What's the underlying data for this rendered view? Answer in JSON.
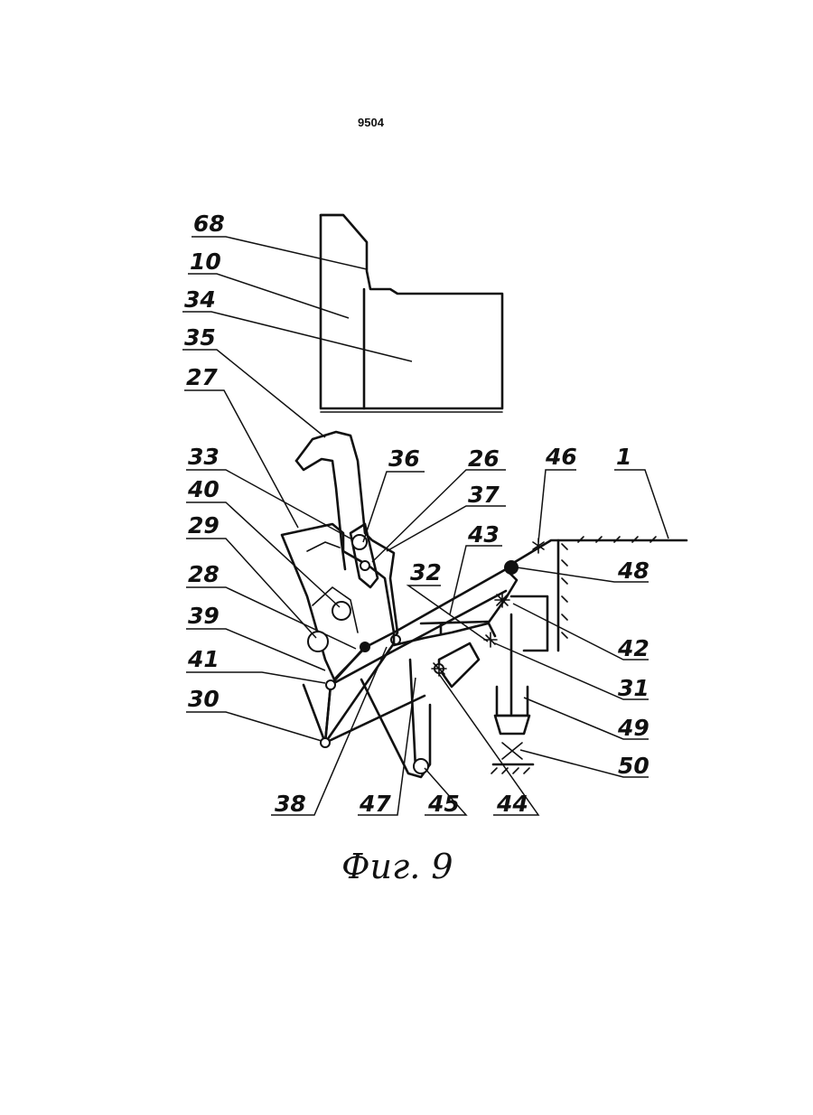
{
  "page_number": "9504",
  "figure_caption": "Фиг. 9",
  "labels": {
    "l68": "68",
    "l10": "10",
    "l34": "34",
    "l35": "35",
    "l27": "27",
    "l33": "33",
    "l40": "40",
    "l29": "29",
    "l28": "28",
    "l39": "39",
    "l41": "41",
    "l30": "30",
    "l36": "36",
    "l26": "26",
    "l37": "37",
    "l46": "46",
    "l1": "1",
    "l43": "43",
    "l32": "32",
    "l48": "48",
    "l42": "42",
    "l31": "31",
    "l49": "49",
    "l50": "50",
    "l38": "38",
    "l47": "47",
    "l45": "45",
    "l44": "44"
  }
}
